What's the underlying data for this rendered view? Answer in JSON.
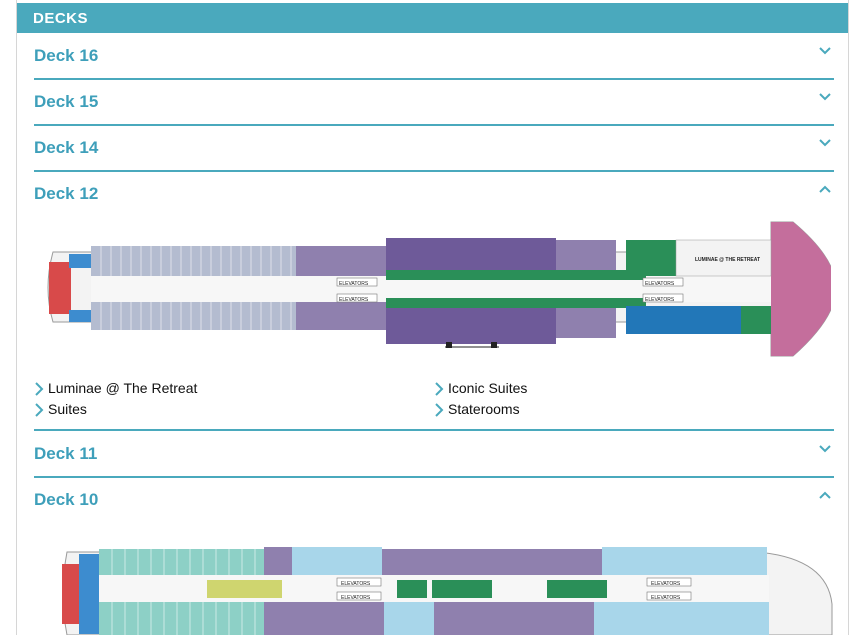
{
  "header": {
    "title": "DECKS"
  },
  "decks": [
    {
      "label": "Deck 16",
      "expanded": false
    },
    {
      "label": "Deck 15",
      "expanded": false
    },
    {
      "label": "Deck 14",
      "expanded": false
    },
    {
      "label": "Deck 12",
      "expanded": true
    },
    {
      "label": "Deck 11",
      "expanded": false
    },
    {
      "label": "Deck 10",
      "expanded": true
    }
  ],
  "deck12": {
    "legend": [
      "Luminae @ The Retreat",
      "Iconic Suites",
      "Suites",
      "Staterooms"
    ],
    "labels": {
      "elevators": "ELEVATORS",
      "retreat": "LUMINAE @ THE RETREAT"
    }
  },
  "deck10": {
    "labels": {
      "elevators": "ELEVATORS"
    }
  },
  "colors": {
    "accent": "#4aa9bd",
    "label": "#3e9fba",
    "stateroom": "#b4bcd0",
    "suite": "#8f80ae",
    "suite_dark": "#6e5a99",
    "iconic": "#2a8f58",
    "luminae": "#2277b8",
    "spa": "#c46e9c",
    "red_cabin": "#d84a4a",
    "blue_cabin": "#3d8ccf",
    "deck10_aqua": "#8dd0c6",
    "deck10_light": "#a8d6ea",
    "deck10_yellow": "#cfd56f"
  }
}
